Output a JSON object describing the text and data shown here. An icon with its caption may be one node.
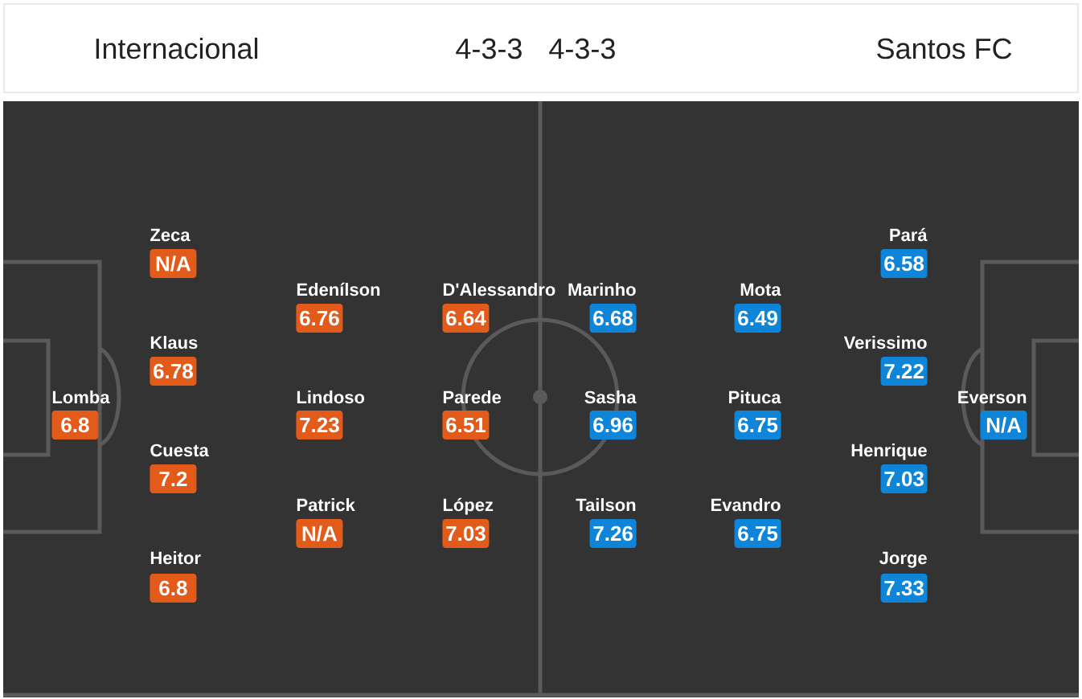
{
  "diagram": {
    "nodes": [
      {
        "text": [
          "Lomba",
          "6.8"
        ]
      },
      {
        "text": [
          "Zeca",
          "N/A"
        ]
      },
      {
        "text": [
          "Klaus",
          "6.78"
        ]
      },
      {
        "text": [
          "Cuesta",
          "7.2"
        ]
      },
      {
        "text": [
          "Heitor",
          "6.8"
        ]
      },
      {
        "text": [
          "Edenílson",
          "6.76"
        ]
      },
      {
        "text": [
          "Lindoso",
          "7.23"
        ]
      },
      {
        "text": [
          "Patrick",
          "N/A"
        ]
      },
      {
        "text": [
          "D'Alessandro",
          "6.64"
        ]
      },
      {
        "text": [
          "Parede",
          "6.51"
        ]
      },
      {
        "text": [
          "López",
          "7.03"
        ]
      },
      {
        "text": [
          "Marinho",
          "6.68"
        ]
      },
      {
        "text": [
          "Sasha",
          "6.96"
        ]
      },
      {
        "text": [
          "Tailson",
          "7.26"
        ]
      },
      {
        "text": [
          "Mota",
          "6.49"
        ]
      },
      {
        "text": [
          "Pituca",
          "6.75"
        ]
      },
      {
        "text": [
          "Evandro",
          "6.75"
        ]
      },
      {
        "text": [
          "Pará",
          "6.58"
        ]
      },
      {
        "text": [
          "Verissimo",
          "7.22"
        ]
      },
      {
        "text": [
          "Henrique",
          "7.03"
        ]
      },
      {
        "text": [
          "Jorge",
          "7.33"
        ]
      },
      {
        "text": [
          "Everson",
          "N/A"
        ]
      }
    ],
    "labels": [
      "Internacional",
      "4-3-3",
      "4-3-3",
      "Santos FC"
    ]
  }
}
